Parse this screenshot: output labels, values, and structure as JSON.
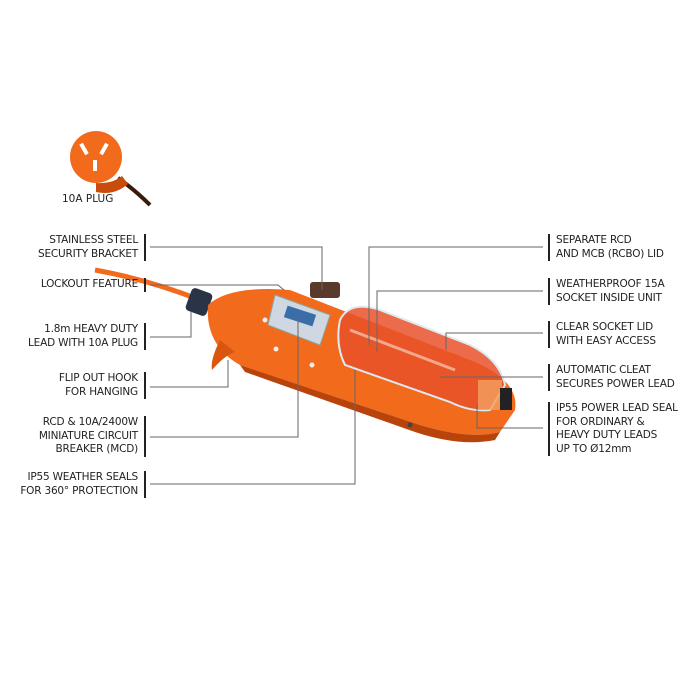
{
  "plug_caption": "10A PLUG",
  "left_callouts": [
    {
      "lines": [
        "STAINLESS STEEL",
        "SECURITY BRACKET"
      ]
    },
    {
      "lines": [
        "LOCKOUT FEATURE"
      ]
    },
    {
      "lines": [
        "1.8m HEAVY DUTY",
        "LEAD WITH 10A PLUG"
      ]
    },
    {
      "lines": [
        "FLIP OUT HOOK",
        "FOR HANGING"
      ]
    },
    {
      "lines": [
        "RCD & 10A/2400W",
        "MINIATURE CIRCUIT",
        "BREAKER (MCD)"
      ]
    },
    {
      "lines": [
        "IP55 WEATHER SEALS",
        "FOR 360° PROTECTION"
      ]
    }
  ],
  "right_callouts": [
    {
      "lines": [
        "SEPARATE RCD",
        "AND MCB (RCBO) LID"
      ]
    },
    {
      "lines": [
        "WEATHERPROOF 15A",
        "SOCKET INSIDE UNIT"
      ]
    },
    {
      "lines": [
        "CLEAR SOCKET LID",
        "WITH EASY ACCESS"
      ]
    },
    {
      "lines": [
        "AUTOMATIC CLEAT",
        "SECURES POWER LEAD"
      ]
    },
    {
      "lines": [
        "IP55 POWER LEAD SEAL",
        "FOR ORDINARY &",
        "HEAVY DUTY LEADS",
        "UP TO Ø12mm"
      ]
    }
  ],
  "colors": {
    "body": "#f26a1b",
    "dark_orange": "#c94c0c",
    "line": "#666666",
    "text": "#222222"
  }
}
